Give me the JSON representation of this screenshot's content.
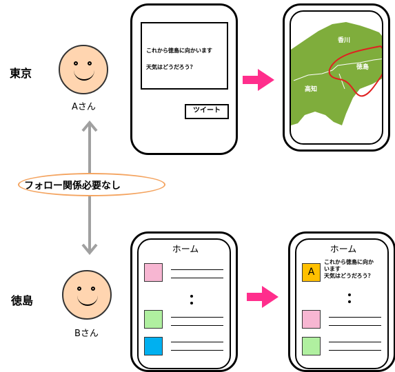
{
  "regions": {
    "tokyo": "東京",
    "tokushima": "徳島"
  },
  "people": {
    "a": "Aさん",
    "b": "Bさん"
  },
  "relation_label": "フォロー関係必要なし",
  "tweet_screen": {
    "line1": "これから徳島に向かいます",
    "line2": "天気はどうだろう？",
    "button": "ツイート"
  },
  "map": {
    "kagawa": "香川",
    "tokushima": "徳島",
    "kochi": "高知",
    "land_color": "#7fad3c",
    "outline_color": "#e02020"
  },
  "home_before": {
    "title": "ホーム",
    "ellipsis": "："
  },
  "home_after": {
    "title": "ホーム",
    "badge": "A",
    "post_line1": "これから徳島に向か",
    "post_line2": "います",
    "post_line3": "天気はどうだろう？"
  },
  "colors": {
    "face": "#ffd5b0",
    "pink": "#f7b6d2",
    "green": "#b0f0a0",
    "blue": "#00b0f0",
    "badge": "#ffc000",
    "arrow": "#ff2e8c",
    "gray_arrow": "#a0a0a0",
    "ellipse": "#f4a460"
  }
}
